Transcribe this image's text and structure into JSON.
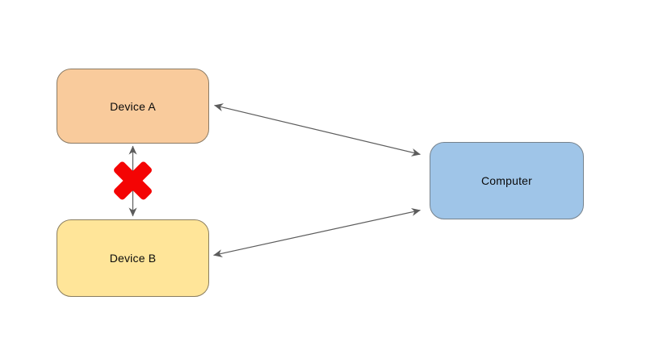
{
  "canvas": {
    "background": "#FFFFFF"
  },
  "nodes": {
    "device_a": {
      "label": "Device A",
      "fill": "#F9CB9C",
      "border": "#8A7A64"
    },
    "device_b": {
      "label": "Device B",
      "fill": "#FFE599",
      "border": "#8A7D5E"
    },
    "computer": {
      "label": "Computer",
      "fill": "#9FC5E8",
      "border": "#76828C"
    }
  },
  "connections": {
    "device_a_device_b": {
      "type": "double-headed-arrow",
      "status": "blocked",
      "blocked_marker": "red-x-icon"
    },
    "device_a_computer": {
      "type": "double-headed-arrow",
      "status": "active"
    },
    "device_b_computer": {
      "type": "double-headed-arrow",
      "status": "active"
    }
  },
  "colors": {
    "arrow": "#5C5C5C",
    "blocked_x": "#F40404"
  }
}
